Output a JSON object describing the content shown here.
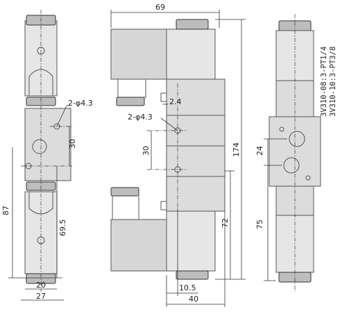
{
  "dimensions": {
    "left_hole_spec": "2-φ4.3",
    "left_hole_pitch": "30",
    "left_height_87": "87",
    "left_height_695": "69.5",
    "left_width_20": "20",
    "left_width_27": "27",
    "mid_top_width": "69",
    "mid_offset_24": "2.4",
    "mid_hole_spec": "2-φ4.3",
    "mid_hole_pitch": "30",
    "mid_total_height": "174",
    "mid_height_72": "72",
    "mid_width_105": "10.5",
    "mid_width_40": "40",
    "right_pitch_24": "24",
    "right_height_75": "75"
  },
  "port_labels": {
    "line1": "3V310-08:3-PT1/4",
    "line2": "3V310-10:3-PT3/8"
  }
}
